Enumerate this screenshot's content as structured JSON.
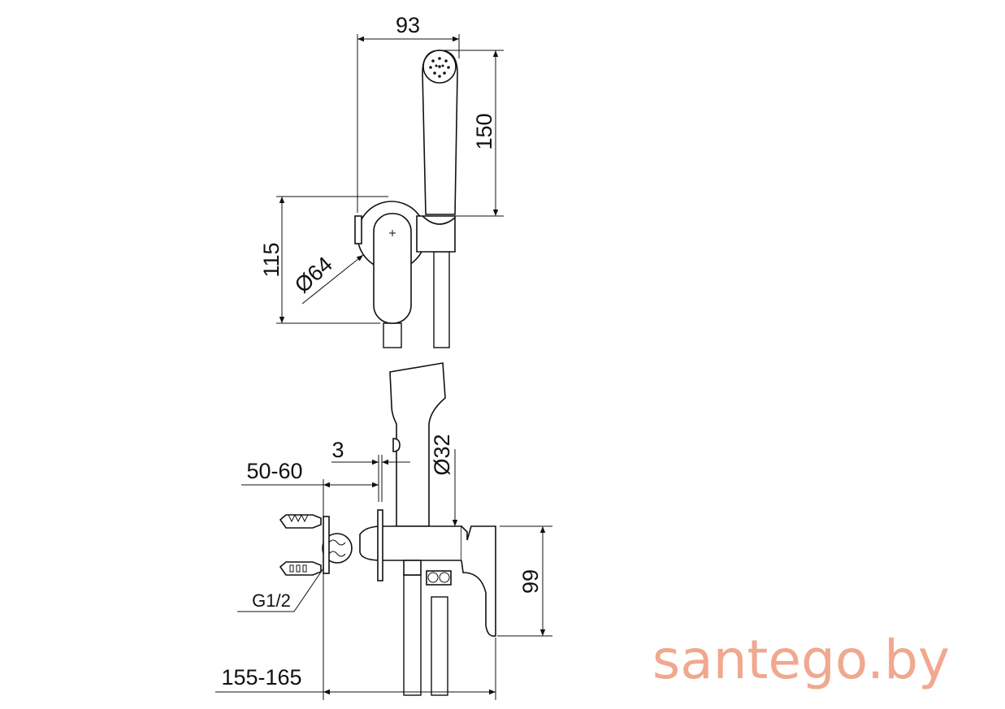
{
  "dimensions": {
    "handshower_width": "93",
    "handshower_length": "150",
    "plate_height": "115",
    "plate_diameter": "Ø64",
    "plate_thickness": "3",
    "wall_depth": "50-60",
    "handshower_diameter": "Ø32",
    "body_height": "99",
    "thread": "G1/2",
    "total_depth": "155-165"
  },
  "watermark": {
    "text": "santego.by",
    "color": "#f0a88f"
  }
}
